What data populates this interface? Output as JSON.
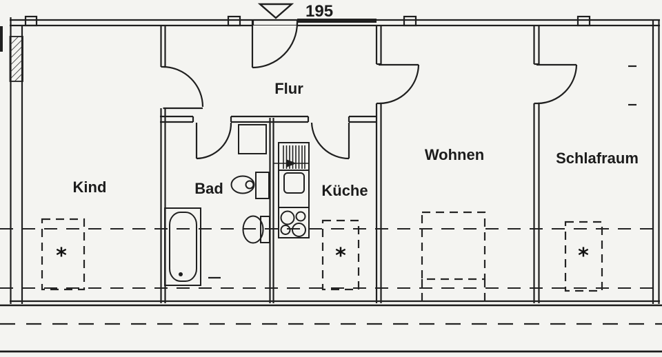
{
  "colors": {
    "background": "#f4f4f1",
    "line": "#1f1f1f",
    "text": "#1c1c1c"
  },
  "height_marker": {
    "value": "195",
    "symbol": "triangle-down"
  },
  "rooms": [
    {
      "id": "flur",
      "label": "Flur"
    },
    {
      "id": "kind",
      "label": "Kind",
      "window_marker": "*"
    },
    {
      "id": "bad",
      "label": "Bad"
    },
    {
      "id": "kueche",
      "label": "Küche",
      "window_marker": "*"
    },
    {
      "id": "wohnen",
      "label": "Wohnen"
    },
    {
      "id": "schlafraum",
      "label": "Schlafraum",
      "window_marker": "*"
    }
  ]
}
